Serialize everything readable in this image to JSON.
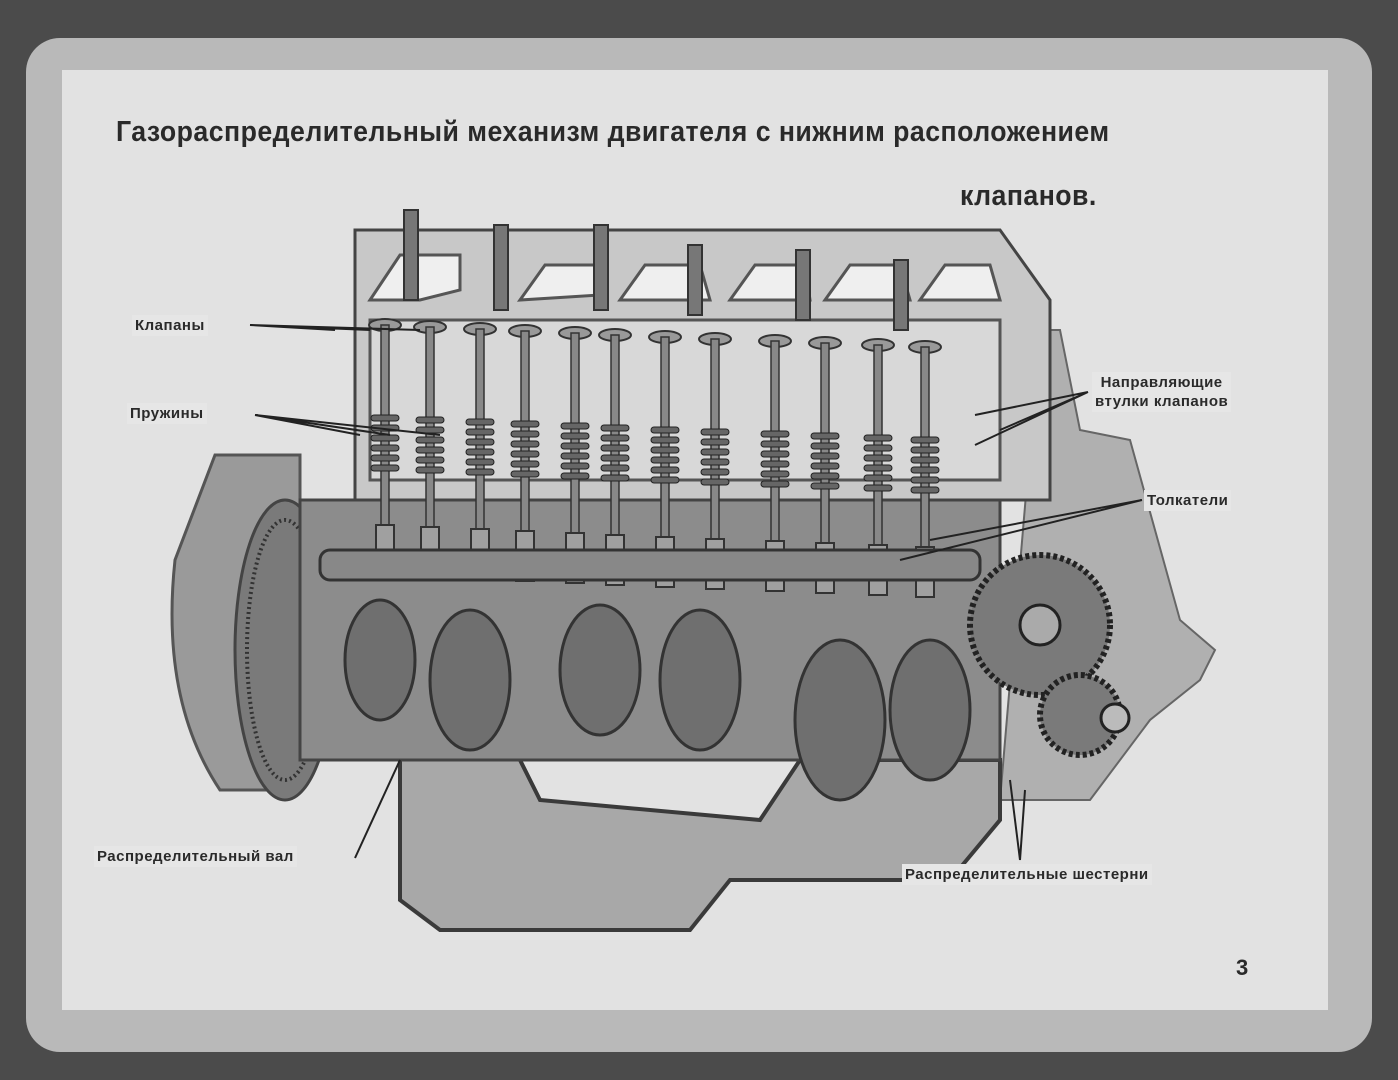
{
  "title": {
    "line1": "Газораспределительный механизм двигателя с нижним расположением",
    "line2": "клапанов."
  },
  "labels": {
    "valves": "Клапаны",
    "springs": "Пружины",
    "guides_line1": "Направляющие",
    "guides_line2": "втулки клапанов",
    "tappets": "Толкатели",
    "camshaft": "Распределительный вал",
    "timing_gears": "Распределительные шестерни"
  },
  "page_number": "3"
}
